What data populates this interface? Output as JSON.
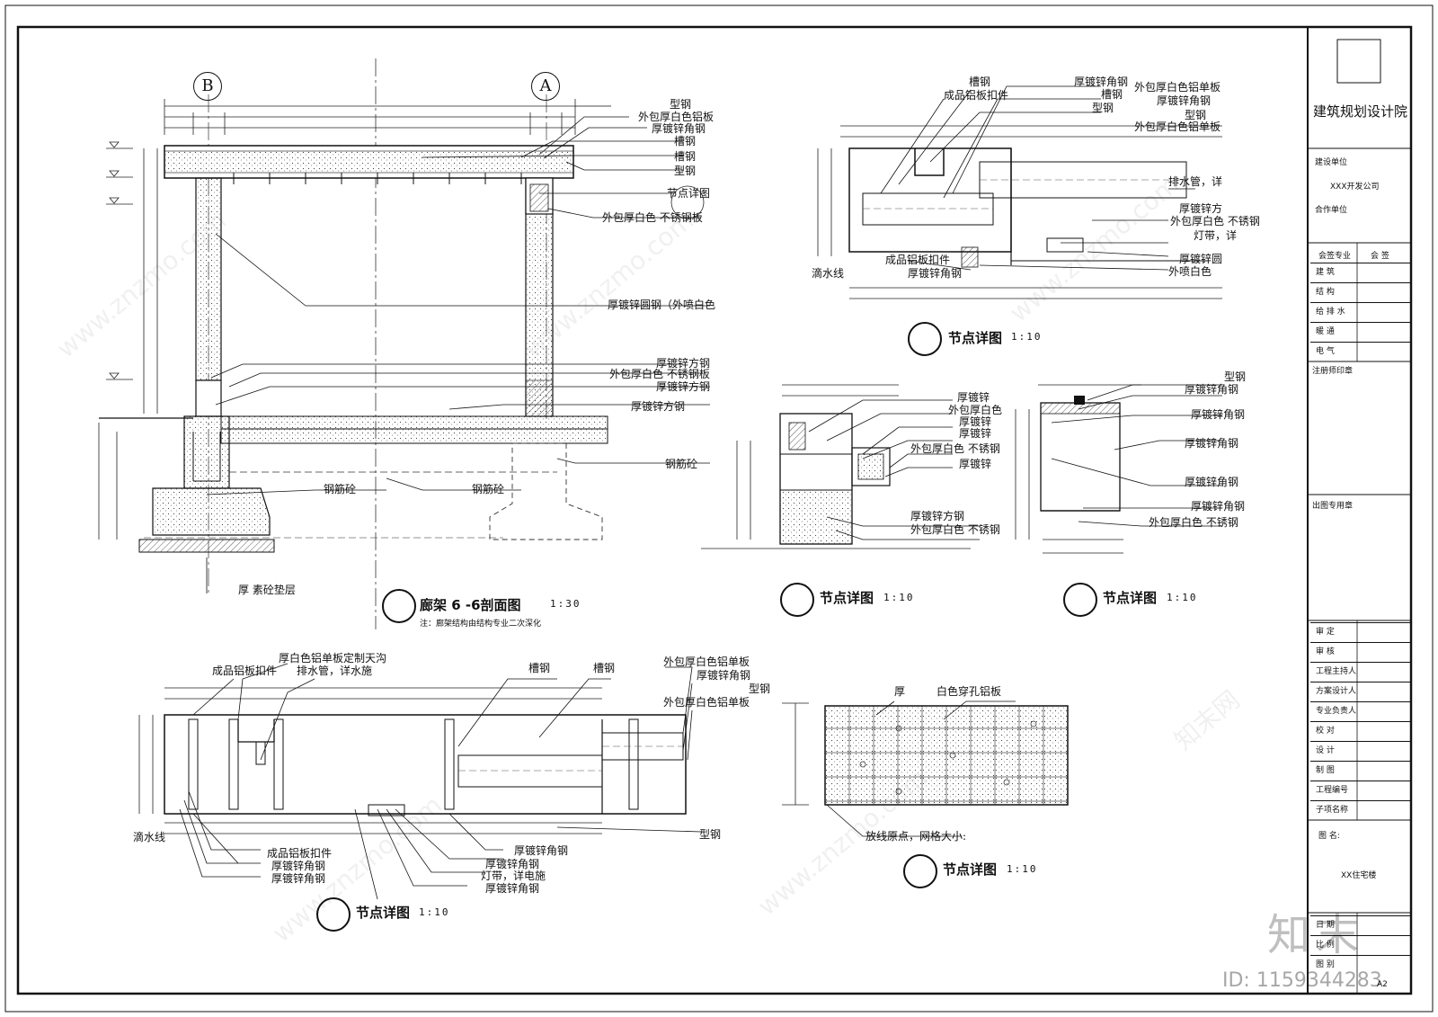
{
  "titleblock": {
    "institute": "建筑规划设计院",
    "client_label": "建设单位",
    "client_value": "XXX开发公司",
    "partner_label": "合作单位",
    "countersign_label": "会签专业",
    "countersign_col": "会 签",
    "disciplines": [
      "建 筑",
      "结 构",
      "给 排 水",
      "暖 通",
      "电 气"
    ],
    "stamp_label": "注册师印章",
    "issue_stamp_label": "出图专用章",
    "approvals": [
      "审 定",
      "审 核",
      "工程主持人",
      "方案设计人",
      "专业负责人",
      "校 对",
      "设 计",
      "制 图",
      "工程编号",
      "子项名称"
    ],
    "drawing_name_label": "图 名:",
    "drawing_name_value": "XX住宅楼",
    "footer_rows": [
      "日 期",
      "比 例",
      "图 别"
    ],
    "sheet_code": "A2"
  },
  "watermark": {
    "brand": "知末",
    "id_text": "ID: 1159344283",
    "url_text": "www.znzmo.com",
    "cn_text": "知末网"
  },
  "views": {
    "section": {
      "title": "廊架 6 -6剖面图",
      "scale": "1:30",
      "note": "注：廊架结构由结构专业二次深化",
      "axis_b": "B",
      "axis_a": "A",
      "labels": {
        "l1": "型钢",
        "l2": "外包厚白色铝板",
        "l3": "厚镀锌角钢",
        "l4": "槽钢",
        "l5": "槽钢",
        "l6": "型钢",
        "l7": "节点详图",
        "l8": "外包厚白色 不锈钢板",
        "l9": "厚镀锌圆钢（外喷白色",
        "l10": "厚镀锌方钢",
        "l11": "外包厚白色 不锈钢板",
        "l12": "厚镀锌方钢",
        "l13": "厚镀锌方钢",
        "l14": "钢筋砼",
        "l15": "钢筋砼",
        "l16": "钢筋砼",
        "l17": "厚 素砼垫层"
      }
    },
    "node1": {
      "title": "节点详图",
      "scale": "1:10",
      "labels": {
        "a": "槽钢",
        "b": "成品铝板扣件",
        "c": "厚镀锌角钢",
        "d": "外包厚白色铝单板",
        "e": "槽钢",
        "f": "厚镀锌角钢",
        "g": "型钢",
        "h": "型钢",
        "i": "外包厚白色铝单板",
        "j": "排水管，详",
        "k": "厚镀锌方",
        "l": "外包厚白色 不锈钢",
        "m": "灯带，详",
        "n": "厚镀锌圆",
        "o": "外喷白色",
        "p": "成品铝板扣件",
        "q": "厚镀锌角钢",
        "r": "滴水线"
      }
    },
    "node2": {
      "title": "节点详图",
      "scale": "1:10",
      "labels": {
        "a": "厚镀锌",
        "b": "外包厚白色",
        "c": "厚镀锌",
        "d": "厚镀锌",
        "e": "外包厚白色 不锈钢",
        "f": "厚镀锌",
        "g": "厚镀锌方钢",
        "h": "外包厚白色 不锈钢"
      }
    },
    "node3": {
      "title": "节点详图",
      "scale": "1:10",
      "labels": {
        "a": "型钢",
        "b": "厚镀锌角钢",
        "c": "厚镀锌角钢",
        "d": "厚镀锌角钢",
        "e": "厚镀锌角钢",
        "f": "厚镀锌角钢",
        "g": "外包厚白色 不锈钢"
      }
    },
    "node4": {
      "title": "节点详图",
      "scale": "1:10",
      "labels": {
        "a": "厚白色铝单板定制天沟",
        "b": "成品铝板扣件",
        "c": "排水管，详水施",
        "d": "槽钢",
        "e": "槽钢",
        "f": "外包厚白色铝单板",
        "g": "厚镀锌角钢",
        "h": "型钢",
        "i": "外包厚白色铝单板",
        "j": "滴水线",
        "k": "成品铝板扣件",
        "l": "厚镀锌角钢",
        "m": "厚镀锌角钢",
        "n": "厚镀锌角钢",
        "o": "厚镀锌角钢",
        "p": "灯带，详电施",
        "q": "厚镀锌角钢",
        "r": "型钢"
      }
    },
    "node5": {
      "title": "节点详图",
      "scale": "1:10",
      "labels": {
        "a": "厚",
        "b": "白色穿孔铝板",
        "c": "放线原点，网格大小:"
      }
    }
  }
}
